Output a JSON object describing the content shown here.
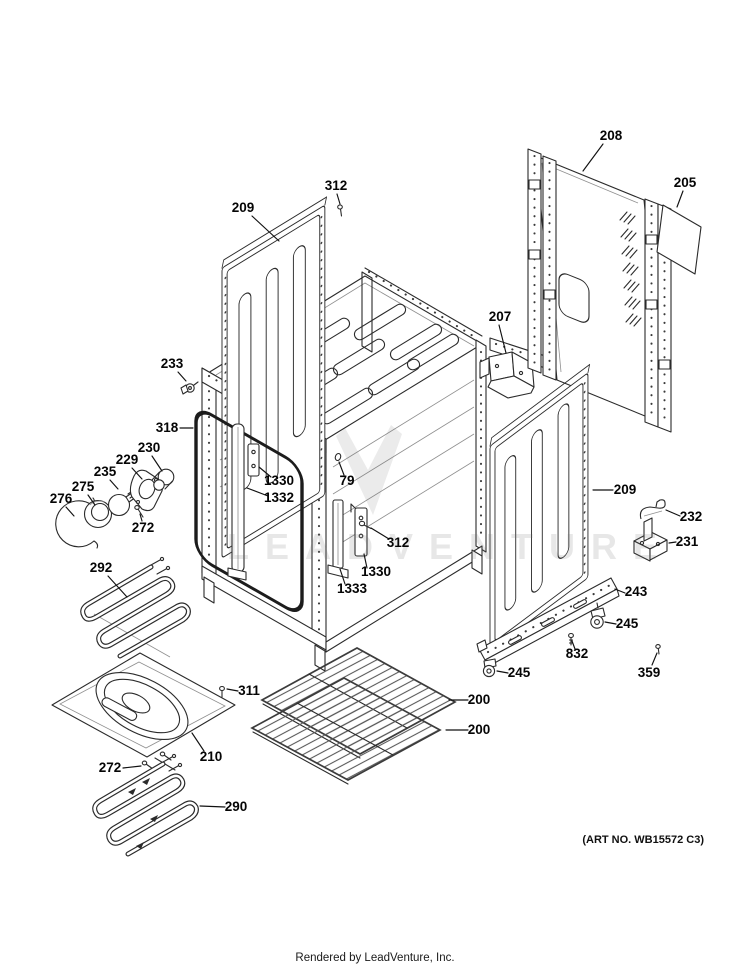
{
  "page": {
    "art_no": "(ART NO. WB15572 C3)",
    "footer_credit": "Rendered by LeadVenture, Inc.",
    "watermark_text": "LEADVENTURE"
  },
  "parts": [
    {
      "label": "312",
      "name": "screw-top"
    },
    {
      "label": "209",
      "name": "side-panel-left"
    },
    {
      "label": "208",
      "name": "back-panel"
    },
    {
      "label": "205",
      "name": "insulation-sheet"
    },
    {
      "label": "207",
      "name": "rear-bracket"
    },
    {
      "label": "233",
      "name": "clip-screw"
    },
    {
      "label": "318",
      "name": "door-gasket"
    },
    {
      "label": "230",
      "name": "lamp-socket"
    },
    {
      "label": "229",
      "name": "lamp-holder-plate"
    },
    {
      "label": "235",
      "name": "oven-lamp-bulb"
    },
    {
      "label": "275",
      "name": "lamp-lens-cover"
    },
    {
      "label": "276",
      "name": "lens-retainer-clip"
    },
    {
      "label": "272",
      "name": "lamp-screw"
    },
    {
      "label": "292",
      "name": "broil-element"
    },
    {
      "label": "1330",
      "name": "latch-bracket-left"
    },
    {
      "label": "1332",
      "name": "latch-rod"
    },
    {
      "label": "79",
      "name": "cavity-hole-plug"
    },
    {
      "label": "312",
      "name": "screw-center"
    },
    {
      "label": "1330",
      "name": "latch-bracket-center"
    },
    {
      "label": "1333",
      "name": "latch-rail"
    },
    {
      "label": "209",
      "name": "side-panel-right"
    },
    {
      "label": "232",
      "name": "clip-bracket"
    },
    {
      "label": "231",
      "name": "anti-tip-bracket"
    },
    {
      "label": "243",
      "name": "drawer-rail"
    },
    {
      "label": "245",
      "name": "roller-right"
    },
    {
      "label": "832",
      "name": "screw-832"
    },
    {
      "label": "359",
      "name": "screw-359"
    },
    {
      "label": "245",
      "name": "roller-left"
    },
    {
      "label": "200",
      "name": "oven-rack-upper"
    },
    {
      "label": "200",
      "name": "oven-rack-lower"
    },
    {
      "label": "311",
      "name": "screw-311"
    },
    {
      "label": "210",
      "name": "oven-bottom-panel"
    },
    {
      "label": "272",
      "name": "bottom-screw"
    },
    {
      "label": "290",
      "name": "bake-element"
    }
  ]
}
